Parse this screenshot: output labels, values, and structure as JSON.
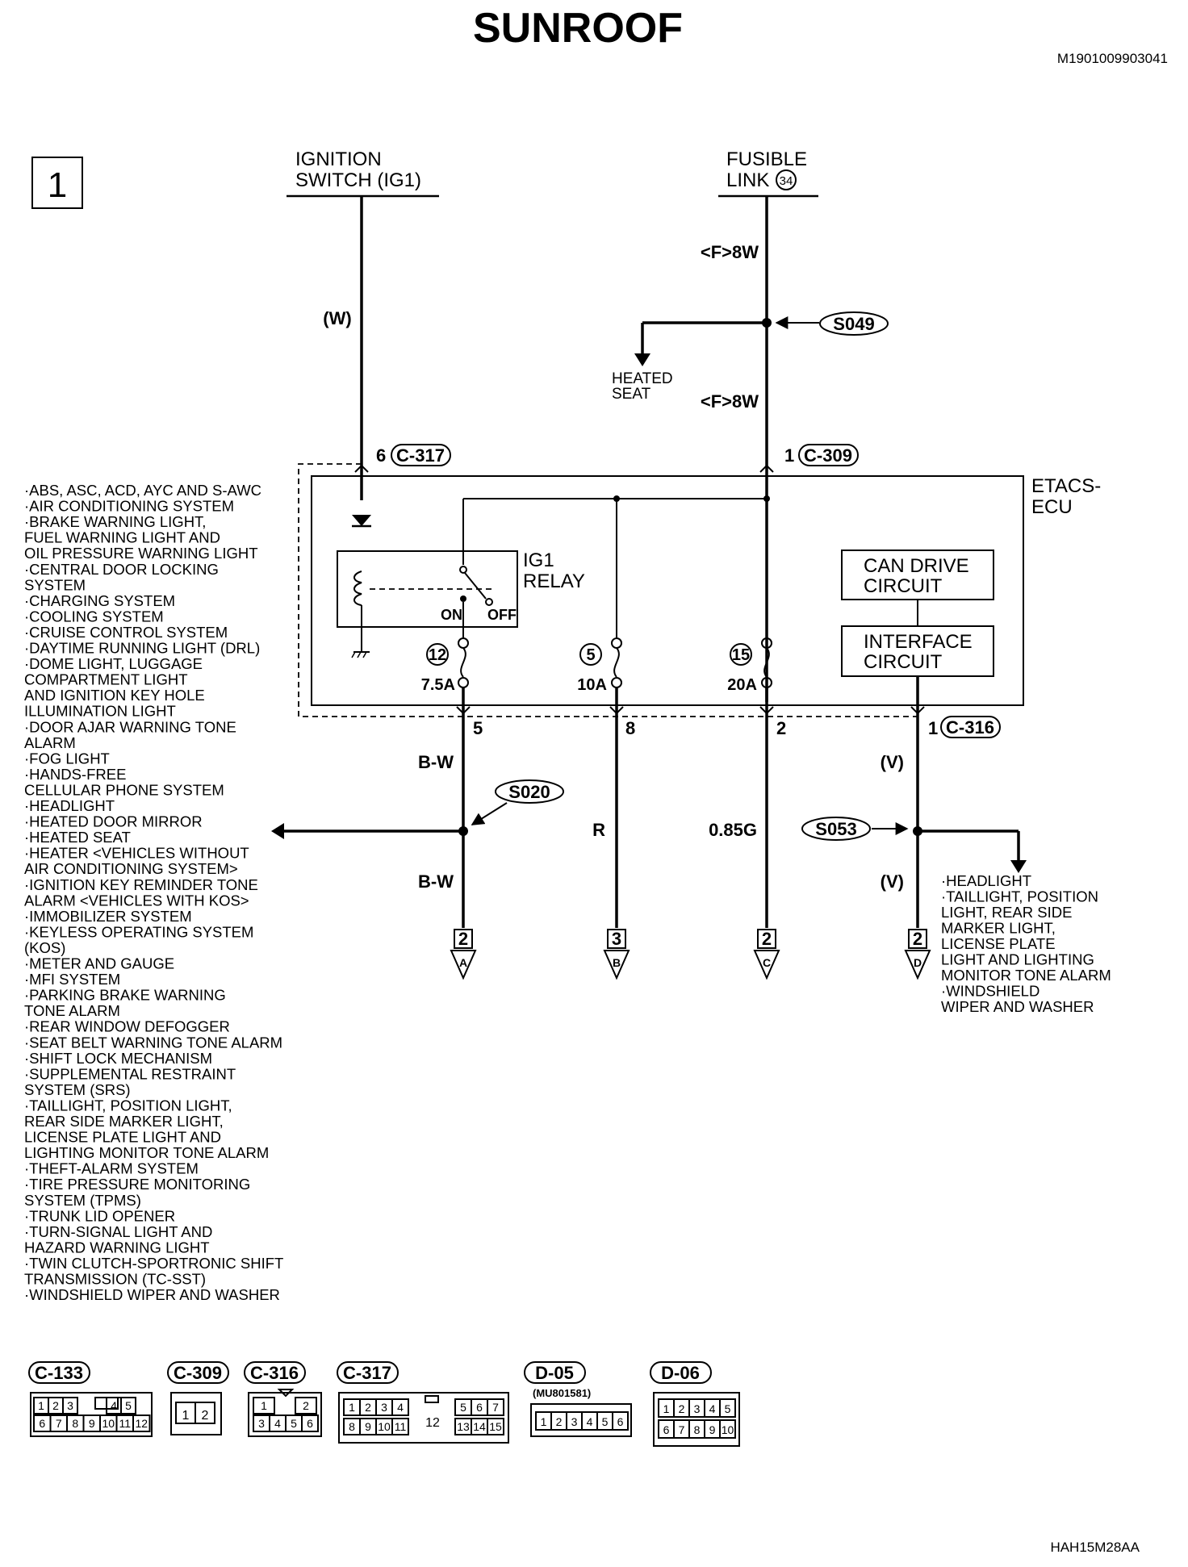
{
  "title": "SUNROOF",
  "doc_id": "M1901009903041",
  "footer_code": "HAH15M28AA",
  "page_number": "1",
  "sources": {
    "ignition": {
      "line1": "IGNITION",
      "line2": "SWITCH (IG1)"
    },
    "fusible": {
      "line1": "FUSIBLE",
      "line2": "LINK",
      "number": "34"
    }
  },
  "wires": {
    "ig_wire": "(W)",
    "fusible_wire_1": "<F>8W",
    "fusible_wire_2": "<F>8W",
    "pin5_wire_1": "B-W",
    "pin5_wire_2": "B-W",
    "pin8_wire": "R",
    "pin2_wire": "0.85G",
    "pin1_wire_1": "(V)",
    "pin1_wire_2": "(V)"
  },
  "splices": {
    "s049": "S049",
    "s020": "S020",
    "s053": "S053"
  },
  "heated_seat": {
    "line1": "HEATED",
    "line2": "SEAT"
  },
  "connectors": {
    "c317_pin": "6",
    "c317": "C-317",
    "c309_pin": "1",
    "c309": "C-309",
    "c316_pin": "1",
    "c316": "C-316"
  },
  "ecu": {
    "name_line1": "ETACS-",
    "name_line2": "ECU",
    "relay_line1": "IG1",
    "relay_line2": "RELAY",
    "on": "ON",
    "off": "OFF",
    "can_line1": "CAN DRIVE",
    "can_line2": "CIRCUIT",
    "iface_line1": "INTERFACE",
    "iface_line2": "CIRCUIT"
  },
  "fuses": [
    {
      "number": "12",
      "rating": "7.5A"
    },
    {
      "number": "5",
      "rating": "10A"
    },
    {
      "number": "15",
      "rating": "20A"
    }
  ],
  "out_pins": {
    "p5": "5",
    "p8": "8",
    "p2": "2"
  },
  "flags": [
    {
      "page": "2",
      "letter": "A"
    },
    {
      "page": "3",
      "letter": "B"
    },
    {
      "page": "2",
      "letter": "C"
    },
    {
      "page": "2",
      "letter": "D"
    }
  ],
  "left_list": [
    "·ABS, ASC, ACD, AYC AND S-AWC",
    "·AIR CONDITIONING SYSTEM",
    "·BRAKE WARNING LIGHT,",
    " FUEL WARNING LIGHT AND",
    " OIL PRESSURE WARNING LIGHT",
    "·CENTRAL DOOR LOCKING",
    " SYSTEM",
    "·CHARGING SYSTEM",
    "·COOLING SYSTEM",
    "·CRUISE CONTROL SYSTEM",
    "·DAYTIME RUNNING LIGHT (DRL)",
    "·DOME LIGHT, LUGGAGE",
    " COMPARTMENT LIGHT",
    " AND IGNITION KEY HOLE",
    " ILLUMINATION LIGHT",
    "·DOOR AJAR WARNING TONE",
    " ALARM",
    "·FOG LIGHT",
    "·HANDS-FREE",
    " CELLULAR PHONE SYSTEM",
    "·HEADLIGHT",
    "·HEATED DOOR MIRROR",
    "·HEATED SEAT",
    "·HEATER <VEHICLES WITHOUT",
    " AIR CONDITIONING SYSTEM>",
    "·IGNITION KEY REMINDER TONE",
    " ALARM <VEHICLES WITH KOS>",
    "·IMMOBILIZER SYSTEM",
    "·KEYLESS OPERATING SYSTEM",
    " (KOS)",
    "·METER AND GAUGE",
    "·MFI SYSTEM",
    "·PARKING BRAKE WARNING",
    " TONE ALARM",
    "·REAR WINDOW DEFOGGER",
    "·SEAT BELT WARNING TONE ALARM",
    "·SHIFT LOCK MECHANISM",
    "·SUPPLEMENTAL RESTRAINT",
    " SYSTEM (SRS)",
    "·TAILLIGHT, POSITION LIGHT,",
    " REAR SIDE MARKER LIGHT,",
    " LICENSE PLATE LIGHT AND",
    " LIGHTING MONITOR TONE ALARM",
    "·THEFT-ALARM SYSTEM",
    "·TIRE PRESSURE MONITORING",
    " SYSTEM (TPMS)",
    "·TRUNK LID OPENER",
    "·TURN-SIGNAL LIGHT AND",
    " HAZARD WARNING LIGHT",
    "·TWIN CLUTCH-SPORTRONIC SHIFT",
    " TRANSMISSION (TC-SST)",
    "·WINDSHIELD WIPER AND WASHER"
  ],
  "right_list": [
    "·HEADLIGHT",
    "·TAILLIGHT, POSITION",
    " LIGHT, REAR SIDE",
    " MARKER LIGHT,",
    " LICENSE PLATE",
    " LIGHT AND LIGHTING",
    " MONITOR TONE ALARM",
    "·WINDSHIELD",
    " WIPER AND WASHER"
  ],
  "connector_views": {
    "c133": {
      "label": "C-133",
      "top": [
        "1",
        "2",
        "3",
        "",
        "",
        "4",
        "5"
      ],
      "bottom": [
        "6",
        "7",
        "8",
        "9",
        "10",
        "11",
        "12"
      ]
    },
    "c309": {
      "label": "C-309",
      "cells": [
        "1",
        "2"
      ]
    },
    "c316": {
      "label": "C-316",
      "top": [
        "1",
        "",
        "2"
      ],
      "bottom": [
        "3",
        "4",
        "5",
        "6"
      ]
    },
    "c317": {
      "label": "C-317",
      "top_left": [
        "1",
        "2",
        "3",
        "4"
      ],
      "top_right": [
        "5",
        "6",
        "7"
      ],
      "bottom_left": [
        "8",
        "9",
        "10",
        "11"
      ],
      "bottom_right": [
        "13",
        "14",
        "15"
      ],
      "center": "12"
    },
    "d05": {
      "label": "D-05",
      "part": "(MU801581)",
      "cells": [
        "1",
        "2",
        "3",
        "4",
        "5",
        "6"
      ]
    },
    "d06": {
      "label": "D-06",
      "top": [
        "1",
        "2",
        "3",
        "4",
        "5"
      ],
      "bottom": [
        "6",
        "7",
        "8",
        "9",
        "10"
      ]
    }
  }
}
